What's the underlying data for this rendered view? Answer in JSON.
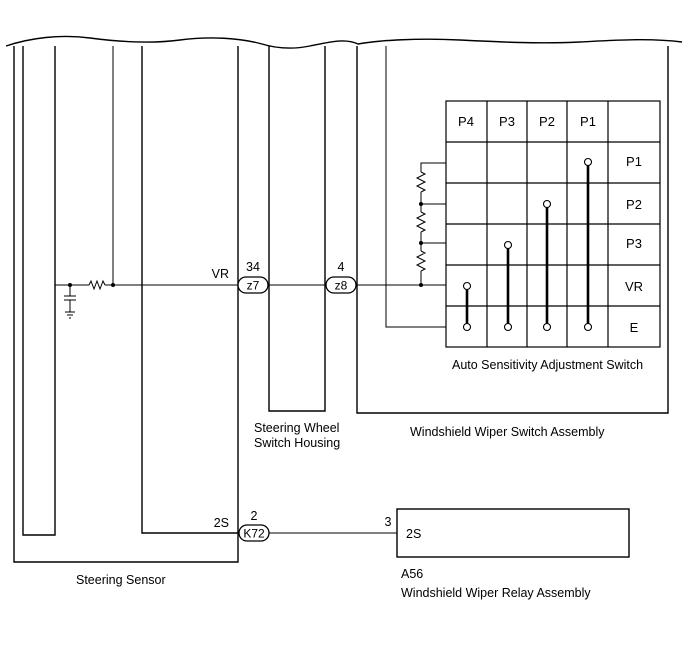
{
  "components": {
    "steering_sensor": {
      "name": "Steering Sensor"
    },
    "steering_wheel_switch_housing": {
      "name_line1": "Steering Wheel",
      "name_line2": "Switch Housing"
    },
    "windshield_wiper_switch_assembly": {
      "name": "Windshield Wiper Switch Assembly"
    },
    "auto_sensitivity_adjustment_switch": {
      "name": "Auto Sensitivity Adjustment Switch",
      "columns": [
        "P4",
        "P3",
        "P2",
        "P1"
      ],
      "rows": [
        "P1",
        "P2",
        "P3",
        "VR",
        "E"
      ]
    },
    "windshield_wiper_relay_assembly": {
      "code": "A56",
      "name": "Windshield Wiper Relay Assembly",
      "pin": "2S"
    }
  },
  "signals": {
    "vr": "VR",
    "two_s": "2S"
  },
  "connectors": [
    {
      "id": "z7",
      "pin": "34"
    },
    {
      "id": "z8",
      "pin": "4"
    },
    {
      "id": "K72",
      "pin": "2"
    }
  ],
  "relay_pin_number": "3"
}
